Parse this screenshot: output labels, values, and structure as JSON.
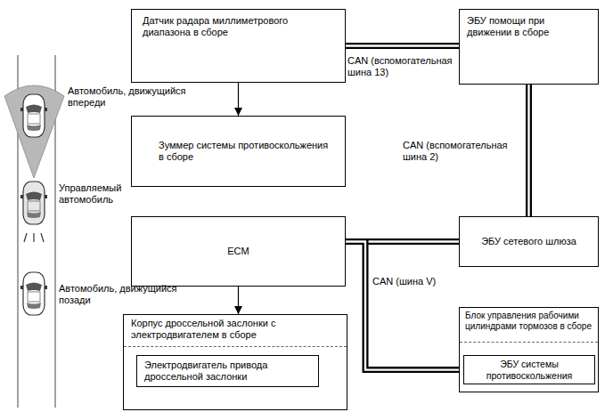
{
  "diagram": {
    "nodes": [
      {
        "text": [
          "Датчик радара миллиметрового диапазона в сборе"
        ]
      },
      {
        "text": [
          "ЭБУ помощи при движении в сборе"
        ]
      },
      {
        "text": [
          "Зуммер системы противоскольжения в сборе"
        ]
      },
      {
        "text": [
          "ЭБУ сетевого шлюза"
        ]
      },
      {
        "text": [
          "ECM"
        ]
      },
      {
        "text": [
          "Корпус дроссельной заслонки с электродвигателем в сборе"
        ]
      },
      {
        "text": [
          "Электродвигатель привода дроссельной заслонки"
        ],
        "in": 5
      },
      {
        "text": [
          "Блок управления рабочими цилиндрами тормозов в сборе"
        ]
      },
      {
        "text": [
          "ЭБУ системы противоскольжения"
        ],
        "in": 7
      }
    ],
    "edges": [
      {
        "from": 0,
        "to": 1,
        "arrow": "none",
        "label": "CAN (вспомогательная шина 13)"
      },
      {
        "from": 0,
        "to": 2,
        "arrow": "to"
      },
      {
        "from": 1,
        "to": 3,
        "arrow": "none",
        "label": "CAN (вспомогательная шина 2)"
      },
      {
        "from": 4,
        "to": 3,
        "arrow": "none"
      },
      {
        "from": 4,
        "to": 8,
        "arrow": "none",
        "label": "CAN (шина V)"
      },
      {
        "from": 4,
        "to": 5,
        "arrow": "to"
      }
    ],
    "labels": [
      "Автомобиль, движущийся впереди",
      "Управляемый автомобиль",
      "Автомобиль, движущийся позади"
    ]
  }
}
